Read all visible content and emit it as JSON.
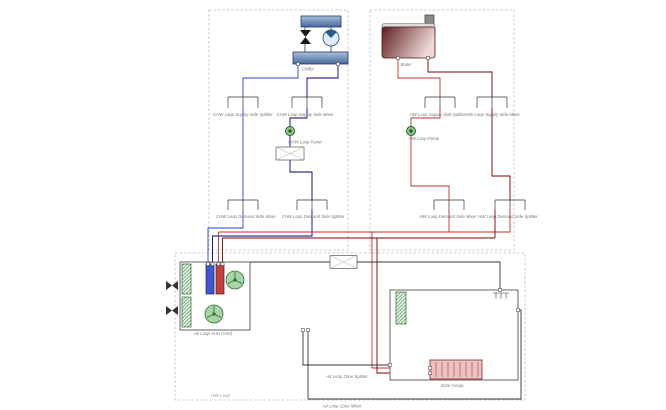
{
  "labels": {
    "chiller": "Chiller",
    "boiler": "Boiler",
    "chw_supply_splitter": "CHW Loop Supply Side Splitter",
    "chw_supply_mixer": "CHW Loop Supply Side Mixer",
    "chw_pump": "CHW Loop Pump",
    "chw_demand_mixer": "CHW Loop Demand Side Mixer",
    "chw_demand_splitter": "CHW Loop Demand Side Splitter",
    "hw_supply_splitter": "HW Loop Supply Side Splitter",
    "hw_supply_mixer": "HW Loop Supply Side Mixer",
    "hw_pump": "HW Loop Pump",
    "hw_demand_mixer": "HW Loop Demand Side Mixer",
    "hw_demand_splitter": "HW Loop Demand Side Splitter",
    "ahu": "Air Loop AHU (VAV)",
    "zone": "Zone Group",
    "air_zone_splitter": "Air Loop Zone Splitter",
    "air_zone_mixer": "Air Loop Zone Mixer",
    "hw_loop_box": "HW Loop"
  },
  "colors": {
    "chw_supply": "#2b3fd4",
    "chw_return": "#000080",
    "hw_supply": "#c03030",
    "hw_return": "#7a0000",
    "air_duct": "#333333",
    "pump_green": "#8fc48f",
    "coil_cooling": "#4059c8",
    "coil_heating": "#c04040",
    "boundary_dash": "#bbbbbb"
  }
}
